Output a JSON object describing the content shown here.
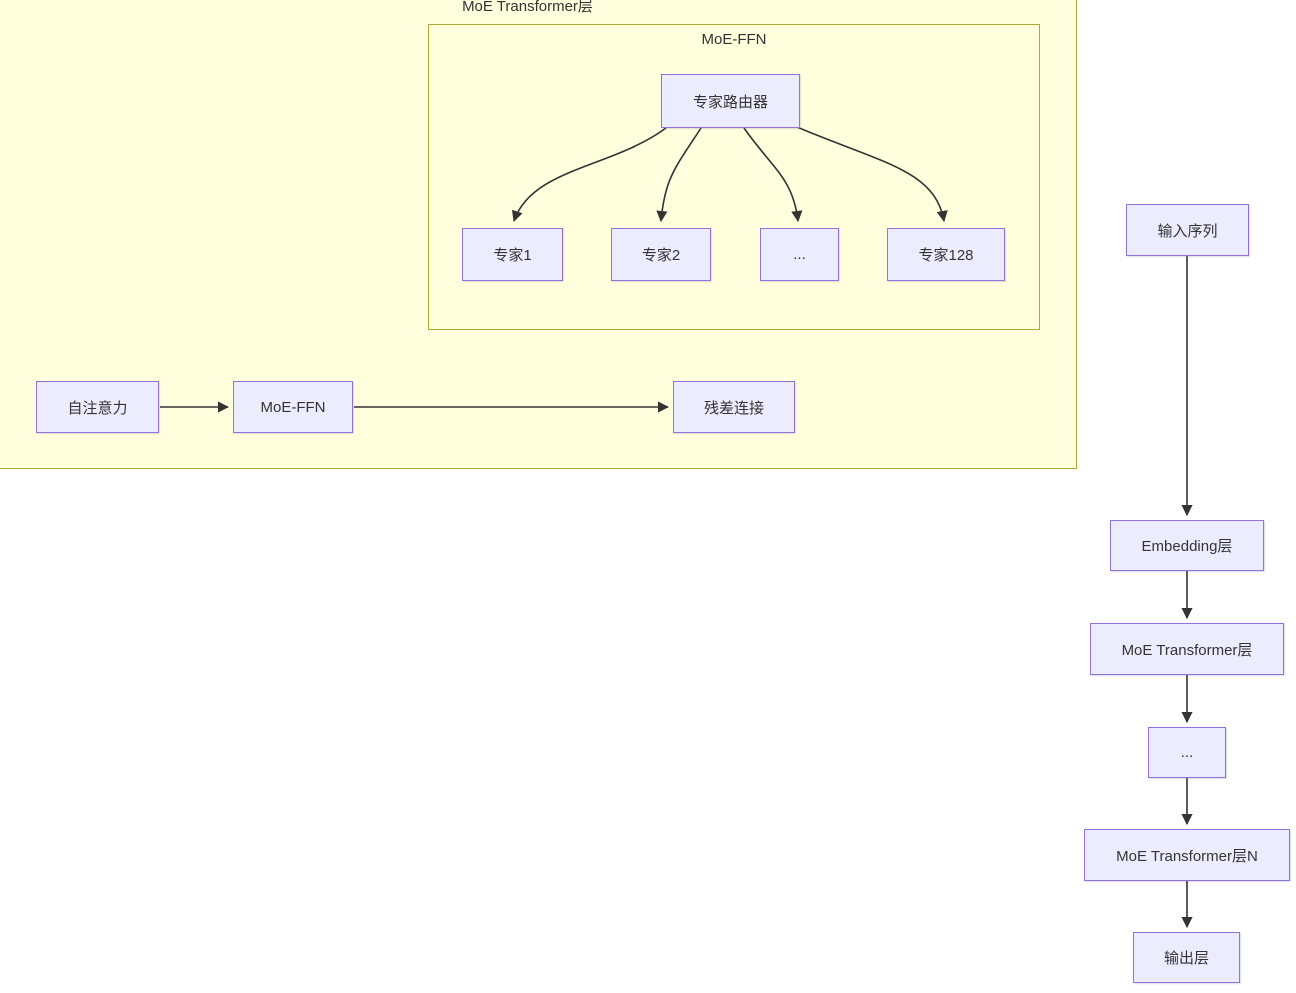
{
  "diagram": {
    "title": "MoE Transformer architecture flowchart",
    "colors": {
      "node_fill": "#ECECFF",
      "node_border": "#9370DB",
      "cluster_fill": "#FFFFDE",
      "cluster_border": "#AAAA33",
      "edge": "#333333",
      "text": "#333333",
      "background": "#FFFFFF"
    },
    "clusters": {
      "moe_transformer_layer": {
        "label": "MoE Transformer层"
      },
      "moe_ffn_group": {
        "label": "MoE-FFN"
      }
    },
    "nodes": {
      "expert_router": {
        "label": "专家路由器"
      },
      "expert1": {
        "label": "专家1"
      },
      "expert2": {
        "label": "专家2"
      },
      "expert_ellipsis": {
        "label": "..."
      },
      "expert128": {
        "label": "专家128"
      },
      "self_attention": {
        "label": "自注意力"
      },
      "moe_ffn": {
        "label": "MoE-FFN"
      },
      "residual": {
        "label": "残差连接"
      },
      "input_sequence": {
        "label": "输入序列"
      },
      "embedding_layer": {
        "label": "Embedding层"
      },
      "moe_transformer_layer_1": {
        "label": "MoE Transformer层"
      },
      "layer_ellipsis": {
        "label": "..."
      },
      "moe_transformer_layer_n": {
        "label": "MoE Transformer层N"
      },
      "output_layer": {
        "label": "输出层"
      }
    },
    "edges": [
      {
        "from": "expert_router",
        "to": "expert1"
      },
      {
        "from": "expert_router",
        "to": "expert2"
      },
      {
        "from": "expert_router",
        "to": "expert_ellipsis"
      },
      {
        "from": "expert_router",
        "to": "expert128"
      },
      {
        "from": "self_attention",
        "to": "moe_ffn"
      },
      {
        "from": "moe_ffn",
        "to": "residual"
      },
      {
        "from": "input_sequence",
        "to": "embedding_layer"
      },
      {
        "from": "embedding_layer",
        "to": "moe_transformer_layer_1"
      },
      {
        "from": "moe_transformer_layer_1",
        "to": "layer_ellipsis"
      },
      {
        "from": "layer_ellipsis",
        "to": "moe_transformer_layer_n"
      },
      {
        "from": "moe_transformer_layer_n",
        "to": "output_layer"
      }
    ]
  }
}
